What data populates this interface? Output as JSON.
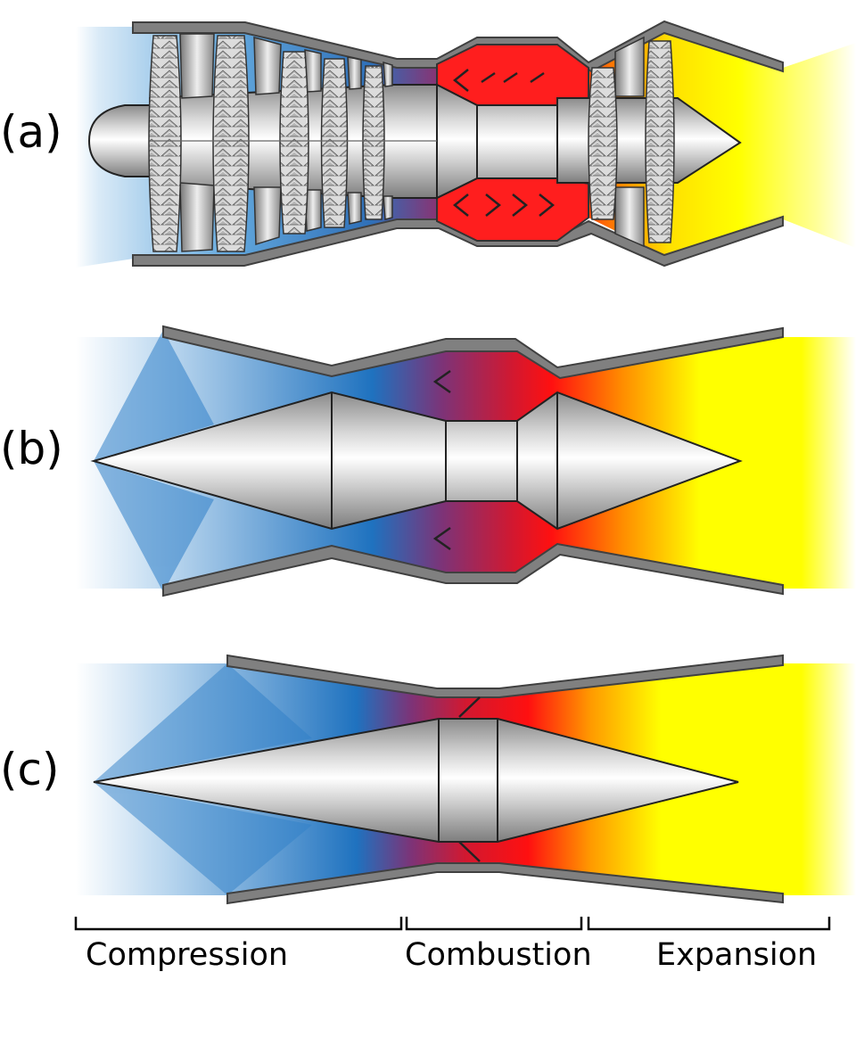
{
  "diagram": {
    "engines": [
      {
        "id": "a",
        "label": "(a)"
      },
      {
        "id": "b",
        "label": "(b)"
      },
      {
        "id": "c",
        "label": "(c)"
      }
    ],
    "stages": [
      {
        "id": "compression",
        "label": "Compression"
      },
      {
        "id": "combustion",
        "label": "Combustion"
      },
      {
        "id": "expansion",
        "label": "Expansion"
      }
    ],
    "colors": {
      "intake": "#ffffff",
      "compression": "#1e75c0",
      "combustion": "#ff1010",
      "transition": "#ff8000",
      "expansion": "#ffff00",
      "casing": "#808080",
      "metal_dark": "#8f8f8f",
      "metal_light": "#f5f5f5"
    }
  }
}
